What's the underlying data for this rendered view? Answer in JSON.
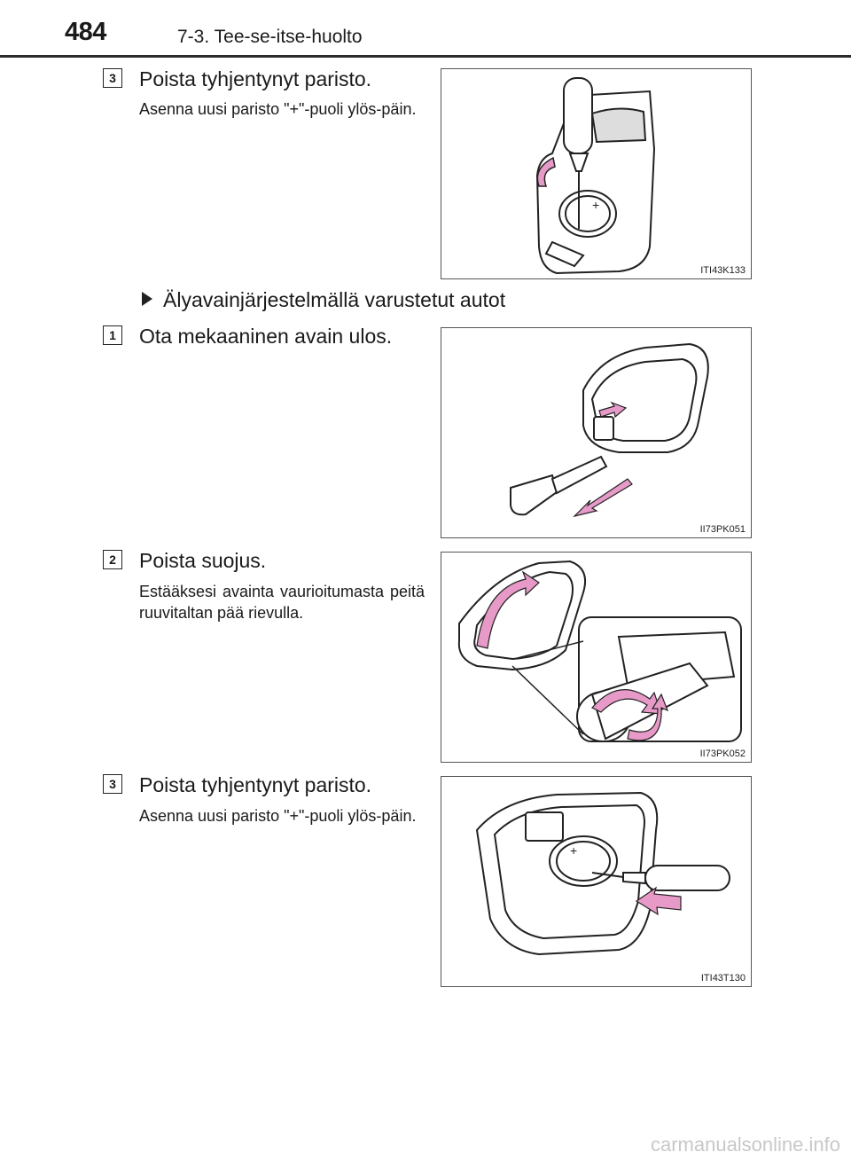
{
  "header": {
    "page_number": "484",
    "section_title": "7-3. Tee-se-itse-huolto"
  },
  "steps": [
    {
      "badge": "3",
      "title": "Poista tyhjentynyt paristo.",
      "note": "Asenna uusi paristo \"+\"-puoli ylös-päin.",
      "figure_code": "ITI43K133"
    },
    {
      "badge": "1",
      "title": "Ota mekaaninen avain ulos.",
      "note": "",
      "figure_code": "II73PK051"
    },
    {
      "badge": "2",
      "title": "Poista suojus.",
      "note": "Estääksesi avainta vaurioitumasta peitä ruuvitaltan pää rievulla.",
      "figure_code": "II73PK052"
    },
    {
      "badge": "3",
      "title": "Poista tyhjentynyt paristo.",
      "note": "Asenna uusi paristo \"+\"-puoli ylös-päin.",
      "figure_code": "ITI43T130"
    }
  ],
  "subsection": {
    "title": "Älyavainjärjestelmällä varustetut autot",
    "marker_icon": "triangle-bullet-icon"
  },
  "footer": {
    "watermark": "carmanualsonline.info"
  },
  "colors": {
    "arrow_pink": "#e79ac8",
    "line": "#222222"
  }
}
